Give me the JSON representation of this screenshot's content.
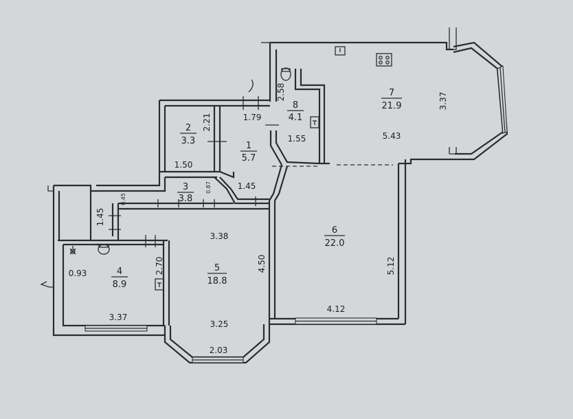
{
  "plan": {
    "rooms": [
      {
        "id": "r1",
        "number": "1",
        "area": "5.7"
      },
      {
        "id": "r2",
        "number": "2",
        "area": "3.3"
      },
      {
        "id": "r3",
        "number": "3",
        "area": "3.8"
      },
      {
        "id": "r4",
        "number": "4",
        "area": "8.9"
      },
      {
        "id": "r5",
        "number": "5",
        "area": "18.8"
      },
      {
        "id": "r6",
        "number": "6",
        "area": "22.0"
      },
      {
        "id": "r7",
        "number": "7",
        "area": "21.9"
      },
      {
        "id": "r8",
        "number": "8",
        "area": "4.1"
      }
    ],
    "dimensions": {
      "r2_height": "2.21",
      "r2_width": "1.50",
      "corridor_1_79": "1.79",
      "r8_height": "2.58",
      "r8_width": "1.55",
      "r7_length": "5.43",
      "r7_width": "3.37",
      "hall_1_45": "1.45",
      "r3_small": "0.87",
      "left_0_45": "0.45",
      "left_1_45": "1.45",
      "r4_width_top": "0.93",
      "r4_height": "2.70",
      "r4_width": "3.37",
      "r5_top": "3.38",
      "r5_bottom": "3.25",
      "r5_bay": "2.03",
      "r5_height": "4.50",
      "r6_height": "5.12",
      "r6_width": "4.12"
    }
  }
}
